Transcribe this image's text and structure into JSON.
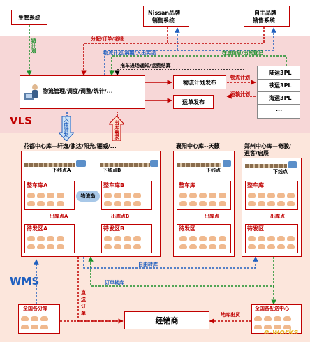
{
  "top": {
    "scm": "生管系统",
    "nissan": [
      "Nissan品牌",
      "销售系统"
    ],
    "own_brand": [
      "自主品牌",
      "销售系统"
    ]
  },
  "arrows": {
    "sales_plan": "销计划",
    "dispatch_order": "分配/订单/销退",
    "logistics_plan_info": "物流计划/纳期/入出实绩",
    "send_info_outbound": "在途信息/出货登记",
    "vehicle_notice": "拖车进场通知/运费结算",
    "logistics_plan_label": "物流计划",
    "transport_plan": "运输计划",
    "inbound_plan": "入库计划",
    "outbound_request": "出库需求",
    "free_transfer": "自由转库",
    "order_transfer": "订单转库",
    "direct_order": [
      "直",
      "送",
      "订",
      "单"
    ],
    "outlet_ship": "地库出货"
  },
  "vls": {
    "label": "VLS",
    "main_box": "物流管理/调度/调整/统计/...",
    "plan_publish": "物流计划发布",
    "waybill_publish": "运单发布",
    "carriers": [
      "陆运3PL",
      "铁运3PL",
      "海运3PL",
      "..."
    ]
  },
  "wms": {
    "label": "WMS",
    "huadu": {
      "title": "花都中心库—轩逸/骐达/阳光/骊威/...",
      "line_a": "下线点A",
      "line_b": "下线点B",
      "zone_a": "整车库A",
      "zone_b": "整车库B",
      "island": "物流岛",
      "out_a": "出库点A",
      "out_b": "出库点B",
      "ready_a": "待发区A",
      "ready_b": "待发区B"
    },
    "xiangyang": {
      "title": "襄阳中心库--天籁",
      "line": "下线点",
      "zone": "整车库",
      "out": "出库点",
      "ready": "待发区"
    },
    "zhengzhou": {
      "title": [
        "郑州中心库—奇骏/",
        "逍客/启辰"
      ],
      "line": "下线点",
      "zone": "整车库",
      "out": "出库点",
      "ready": "待发区"
    }
  },
  "bottom": {
    "national_branch": "全国各分库",
    "dealer": "经销商",
    "national_dist": "全国各配送中心"
  },
  "watermark": "e-works",
  "colors": {
    "red": "#c00000",
    "blue": "#1f5fbf",
    "green": "#1a8f2a",
    "vls_band": "#f7d7d7",
    "wms_band": "#fce6dc",
    "car": "#f0b98e"
  }
}
